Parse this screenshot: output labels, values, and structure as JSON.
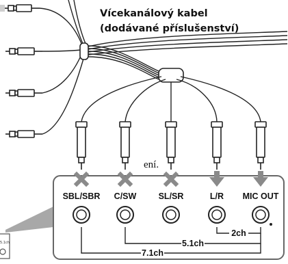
{
  "cable_title": {
    "line1": "Vícekanálový kabel",
    "line2": "(dodávané příslušenství)"
  },
  "text_fragment": "ení.",
  "panel_ports": [
    {
      "label": "SBL/SBR",
      "status": "not-used",
      "marker": "cross-icon"
    },
    {
      "label": "C/SW",
      "status": "not-used",
      "marker": "cross-icon"
    },
    {
      "label": "SL/SR",
      "status": "not-used",
      "marker": "cross-icon"
    },
    {
      "label": "L/R",
      "status": "used",
      "marker": "down-arrow-icon"
    },
    {
      "label": "MIC OUT",
      "status": "used",
      "marker": "down-arrow-icon"
    }
  ],
  "channel_brackets": [
    "2ch",
    "5.1ch",
    "7.1ch"
  ],
  "device_fragment_text": "5.1ch",
  "colors": {
    "line": "#222222",
    "marker_gray": "#8a8a8a",
    "panel_outline": "#666666",
    "callout_gray": "#a8a8a8"
  }
}
